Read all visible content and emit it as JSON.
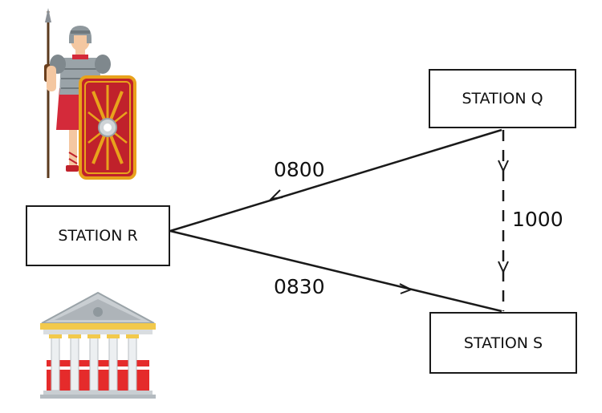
{
  "stations": {
    "q": "STATION Q",
    "r": "STATION R",
    "s": "STATION S"
  },
  "routes": {
    "q_to_r": "0800",
    "r_to_s": "0830",
    "q_to_s": "1000"
  },
  "illustrations": {
    "soldier": "roman-soldier-icon",
    "temple": "roman-temple-icon"
  },
  "colors": {
    "line": "#1a1a1a",
    "shield_red": "#c0212b",
    "shield_gold": "#e8a21c",
    "armor_grey": "#9aa3a8",
    "temple_red": "#e52b2b",
    "temple_gold": "#f2c94c"
  }
}
